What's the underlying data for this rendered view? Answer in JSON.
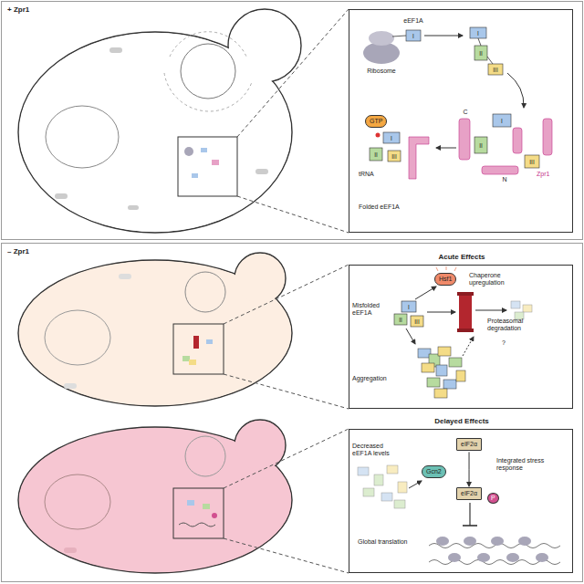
{
  "diagram": {
    "nodes": [
      {
        "text": [
          "+ Zpr1"
        ]
      },
      {
        "text": [
          "eEF1A",
          "Ribosome",
          "C",
          "N",
          "Zpr1",
          "tRNA",
          "Folded eEF1A"
        ],
        "in": 0
      },
      {
        "text": [
          "GTP"
        ],
        "in": 1
      },
      {
        "text": [
          "– Zpr1"
        ]
      },
      {
        "text": [
          "Acute Effects",
          "Chaperone upregulation",
          "Misfolded eEF1A",
          "Proteasomal degradation",
          "?",
          "Aggregation"
        ],
        "in": 3
      },
      {
        "text": [
          "Hsf1"
        ],
        "in": 4
      },
      {
        "text": [
          "Delayed Effects",
          "Decreased eEF1A levels",
          "Integrated stress response",
          "Global translation"
        ],
        "in": 3
      },
      {
        "text": [
          "eIF2α"
        ],
        "in": 6
      },
      {
        "text": [
          "Gcn2"
        ],
        "in": 6
      },
      {
        "text": [
          "eIF2α"
        ],
        "in": 6
      },
      {
        "text": [
          "P"
        ],
        "in": 6
      }
    ],
    "edges": [
      {
        "from": 7,
        "to": 9,
        "arrow": "to"
      }
    ],
    "labels": [
      "I",
      "I",
      "II",
      "III",
      "I",
      "II",
      "III",
      "I",
      "II",
      "III",
      "I",
      "II",
      "III"
    ]
  }
}
